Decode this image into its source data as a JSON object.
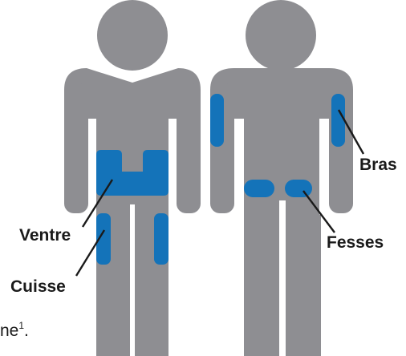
{
  "labels": {
    "bras": "Bras",
    "ventre": "Ventre",
    "fesses": "Fesses",
    "cuisse": "Cuisse"
  },
  "text_fragment": {
    "text": "ne",
    "superscript": "1",
    "punct": "."
  },
  "colors": {
    "body": "#8e8e92",
    "site": "#1473b9",
    "leader": "#1a1a1a",
    "text": "#1a1a1a"
  }
}
